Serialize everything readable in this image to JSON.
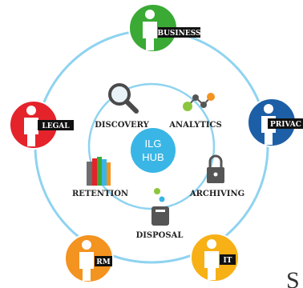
{
  "hub": {
    "line1": "ILG",
    "line2": "HUB"
  },
  "roles": {
    "business": {
      "label": "BUSINESS",
      "color": "#3aaa35"
    },
    "legal": {
      "label": "LEGAL",
      "color": "#e4232b"
    },
    "privacy": {
      "label": "PRIVAC",
      "color": "#1d5fa6"
    },
    "rm": {
      "label": "RM",
      "color": "#f39320"
    },
    "it": {
      "label": "IT",
      "color": "#f7b116"
    }
  },
  "functions": {
    "discovery": {
      "label": "DISCOVERY",
      "icon": "magnifier-icon"
    },
    "analytics": {
      "label": "ANALYTICS",
      "icon": "network-nodes-icon"
    },
    "retention": {
      "label": "RETENTION",
      "icon": "file-stack-icon"
    },
    "archiving": {
      "label": "ARCHIVING",
      "icon": "padlock-icon"
    },
    "disposal": {
      "label": "DISPOSAL",
      "icon": "shredder-icon"
    }
  },
  "edge_text": "S",
  "colors": {
    "ring": "#8fd3f0",
    "hub": "#39b6e6",
    "person": "#ffffff",
    "tag": "#111111"
  }
}
